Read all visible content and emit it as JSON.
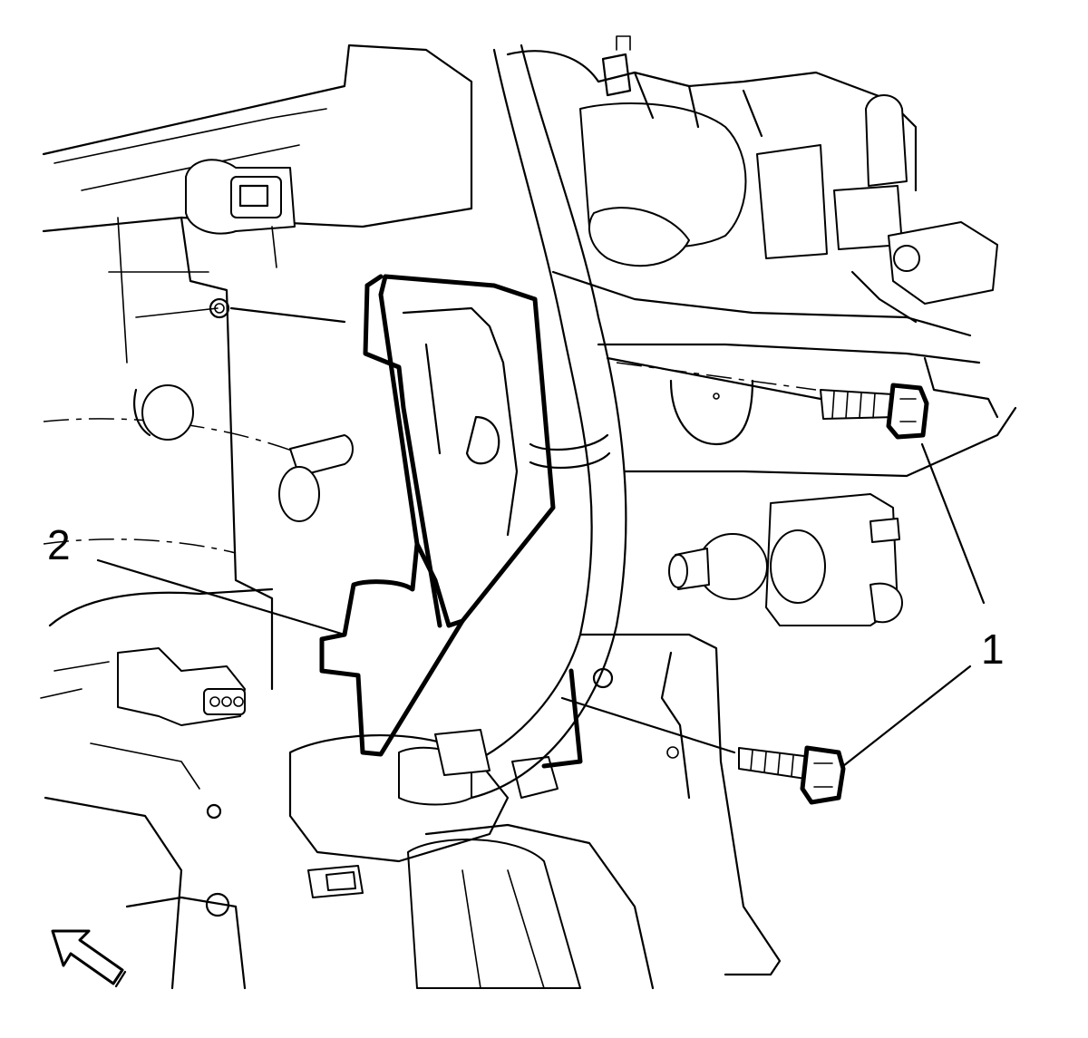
{
  "callouts": [
    {
      "number": "1",
      "part": "bolt"
    },
    {
      "number": "2",
      "part": "bracket"
    }
  ],
  "icons": {
    "view_direction": "arrow-icon"
  },
  "colors": {
    "line": "#000000",
    "background": "#ffffff"
  }
}
